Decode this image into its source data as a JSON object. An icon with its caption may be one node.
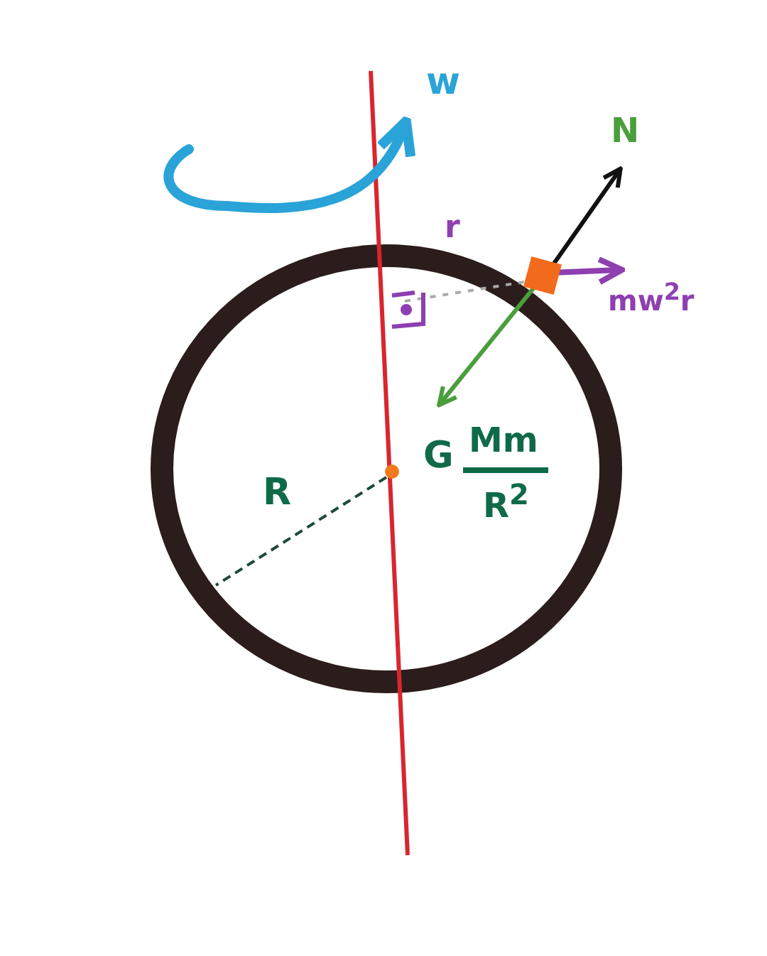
{
  "diagram": {
    "labels": [
      "w",
      "N",
      "r",
      "mw$^{2}$r",
      "G",
      "Mm",
      "R$^{2}$",
      "R"
    ]
  }
}
